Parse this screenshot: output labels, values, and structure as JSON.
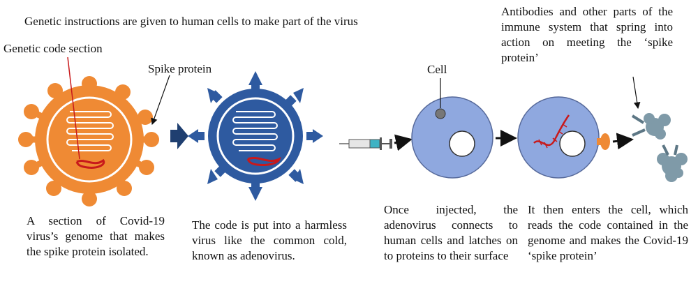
{
  "title": "Genetic instructions are given to human cells to make part of the virus",
  "labels": {
    "genetic_code_section": "Genetic code section",
    "spike_protein": "Spike protein",
    "cell": "Cell",
    "antibodies": "Antibodies and other parts of the immune system that spring into action on meeting the ‘spike protein’"
  },
  "captions": {
    "step1": "A section of Covid-19 virus’s genome that makes the spike protein isolated.",
    "step2": "The code is put into a harmless virus like the common cold, known as adenovirus.",
    "step3": "Once injected, the adenovirus connects to human cells and latches on to proteins to their surface",
    "step4": "It then enters the cell, which reads the code contained in the genome and makes the Covid-19 ‘spike protein’"
  },
  "colors": {
    "covid_orange": "#ef8a34",
    "adenovirus_blue": "#2e5aa0",
    "cell_blue": "#8fa8df",
    "rna_red": "#c8191b",
    "antibody_gray": "#7f9aa8"
  }
}
